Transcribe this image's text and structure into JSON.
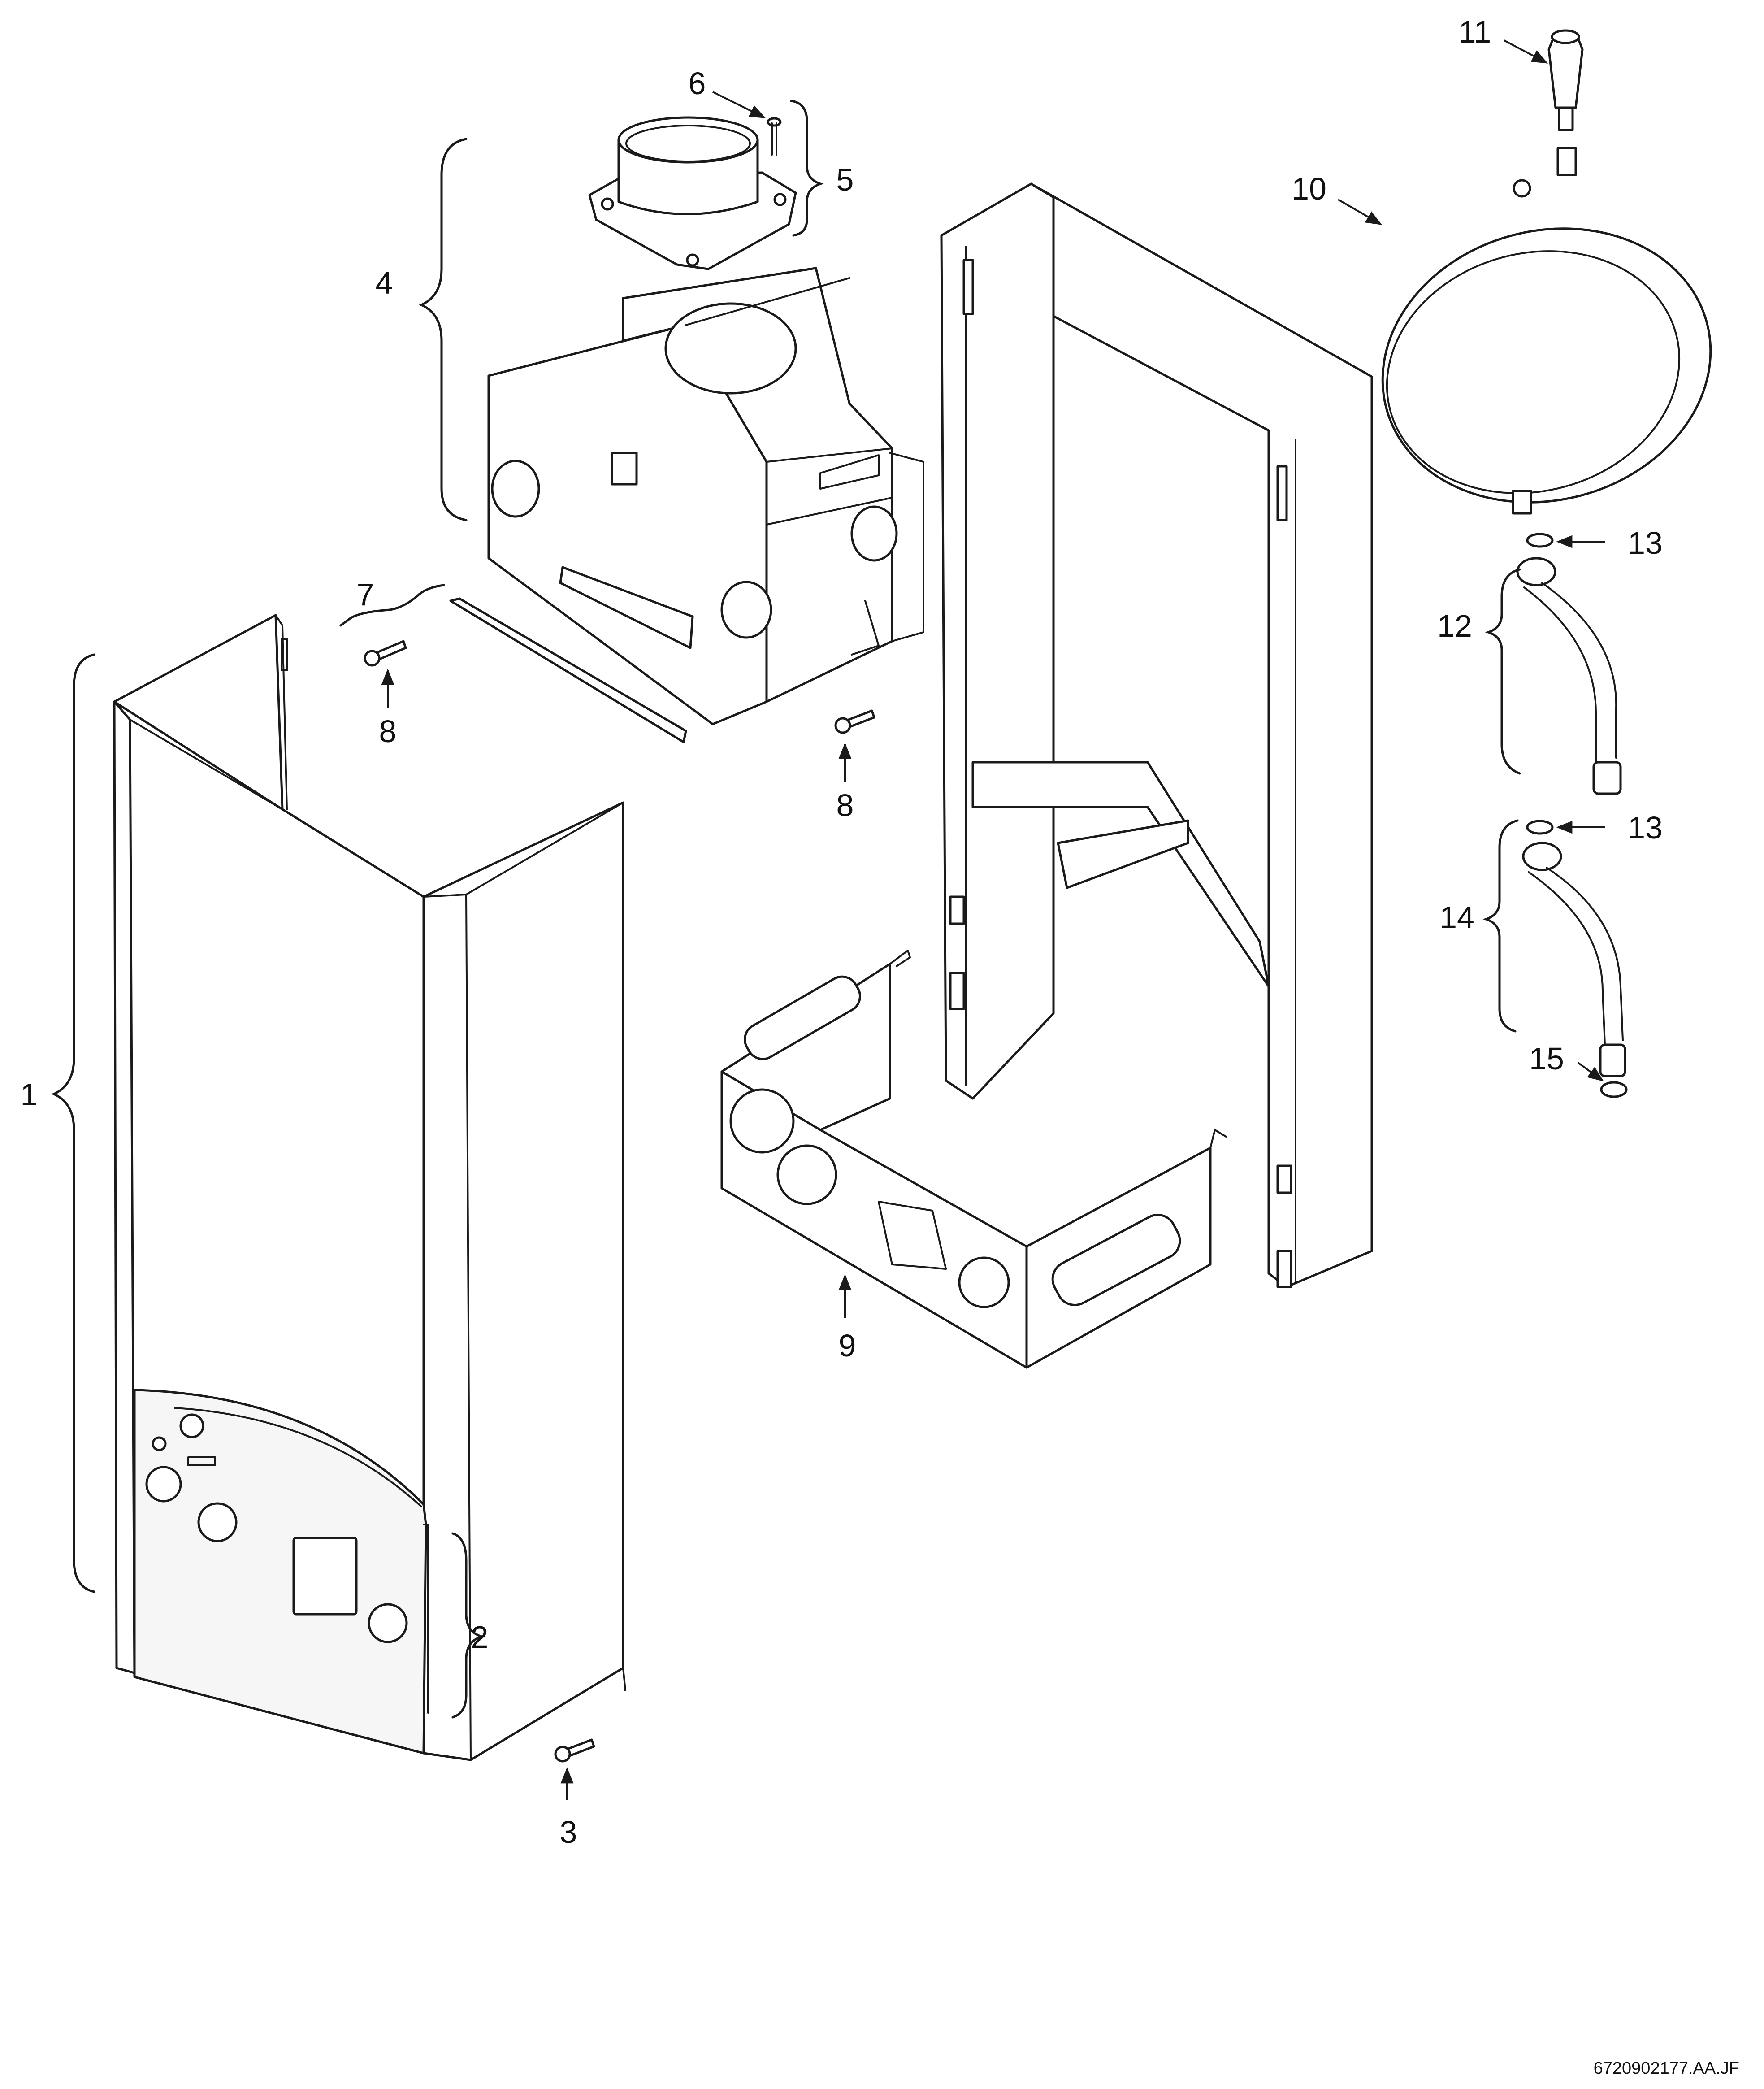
{
  "figure": {
    "type": "exploded-parts-diagram",
    "reference_code": "6720902177.AA.JF"
  },
  "callouts": [
    {
      "id": "1",
      "label": "1"
    },
    {
      "id": "2",
      "label": "2"
    },
    {
      "id": "3",
      "label": "3"
    },
    {
      "id": "4",
      "label": "4"
    },
    {
      "id": "5",
      "label": "5"
    },
    {
      "id": "6",
      "label": "6"
    },
    {
      "id": "7",
      "label": "7"
    },
    {
      "id": "8a",
      "label": "8"
    },
    {
      "id": "8b",
      "label": "8"
    },
    {
      "id": "9",
      "label": "9"
    },
    {
      "id": "10",
      "label": "10"
    },
    {
      "id": "11",
      "label": "11"
    },
    {
      "id": "12",
      "label": "12"
    },
    {
      "id": "13a",
      "label": "13"
    },
    {
      "id": "13b",
      "label": "13"
    },
    {
      "id": "14",
      "label": "14"
    },
    {
      "id": "15",
      "label": "15"
    }
  ]
}
